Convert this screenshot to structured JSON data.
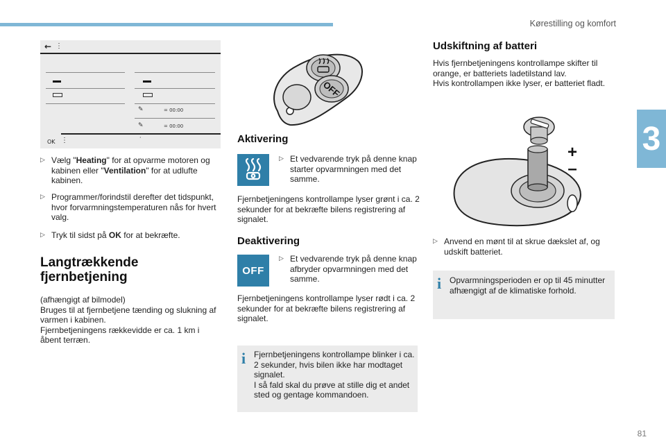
{
  "header": {
    "section_title": "Kørestilling og komfort",
    "chapter_number": "3",
    "page_number": "81"
  },
  "screen_mock": {
    "back_arrow": "←",
    "kebab": "⋮",
    "ok_label": "OK",
    "pencil_1": "✎",
    "pencil_2": "✎",
    "time_1": "= 00:00",
    "time_2": "= 00:00",
    "dot": "·"
  },
  "left_column": {
    "bullet_1_pre": "Vælg \"",
    "bullet_1_b1": "Heating",
    "bullet_1_mid": "\" for at opvarme motoren og kabinen eller \"",
    "bullet_1_b2": "Ventilation",
    "bullet_1_post": "\" for at udlufte kabinen.",
    "bullet_2": "Programmer/forindstil derefter det tidspunkt, hvor forvarmningstemperaturen nås for hvert valg.",
    "bullet_3_pre": "Tryk til sidst på ",
    "bullet_3_b": "OK",
    "bullet_3_post": " for at bekræfte.",
    "heading_line1": "Langtrækkende",
    "heading_line2": "fjernbetjening",
    "para_line1": "(afhængigt af bilmodel)",
    "para_line2": "Bruges til at fjernbetjene tænding og slukning af varmen i kabinen.",
    "para_line3": "Fjernbetjeningens rækkevidde er ca. 1 km i åbent terræn."
  },
  "middle_column": {
    "remote_off_label": "OFF",
    "aktivering_title": "Aktivering",
    "aktivering_bullet": "Et vedvarende tryk på denne knap starter opvarmningen med det samme.",
    "aktivering_para": "Fjernbetjeningens kontrollampe lyser grønt i ca. 2 sekunder for at bekræfte bilens registrering af signalet.",
    "deaktivering_title": "Deaktivering",
    "off_icon_label": "OFF",
    "deaktivering_bullet": "Et vedvarende tryk på denne knap afbryder opvarmningen med det samme.",
    "deaktivering_para": "Fjernbetjeningens kontrollampe lyser rødt i ca. 2 sekunder for at bekræfte bilens registrering af signalet.",
    "info_text": "Fjernbetjeningens kontrollampe blinker i ca. 2 sekunder, hvis bilen ikke har modtaget signalet.\nI så fald skal du prøve at stille dig et andet sted og gentage kommandoen."
  },
  "right_column": {
    "title": "Udskiftning af batteri",
    "para": "Hvis fjernbetjeningens kontrollampe skifter til orange, er batteriets ladetilstand lav.\nHvis kontrollampen ikke lyser, er batteriet fladt.",
    "plus_label": "+",
    "minus_label": "–",
    "bullet": "Anvend en mønt til at skrue dækslet af, og udskift batteriet.",
    "info_text": "Opvarmningsperioden er op til 45 minutter afhængigt af de klimatiske forhold."
  },
  "bullet_glyph": "▷",
  "info_glyph": "i",
  "colors": {
    "accent": "#7fb7d6",
    "icon_blue": "#2f7fa8",
    "info_bg": "#ebebeb"
  }
}
